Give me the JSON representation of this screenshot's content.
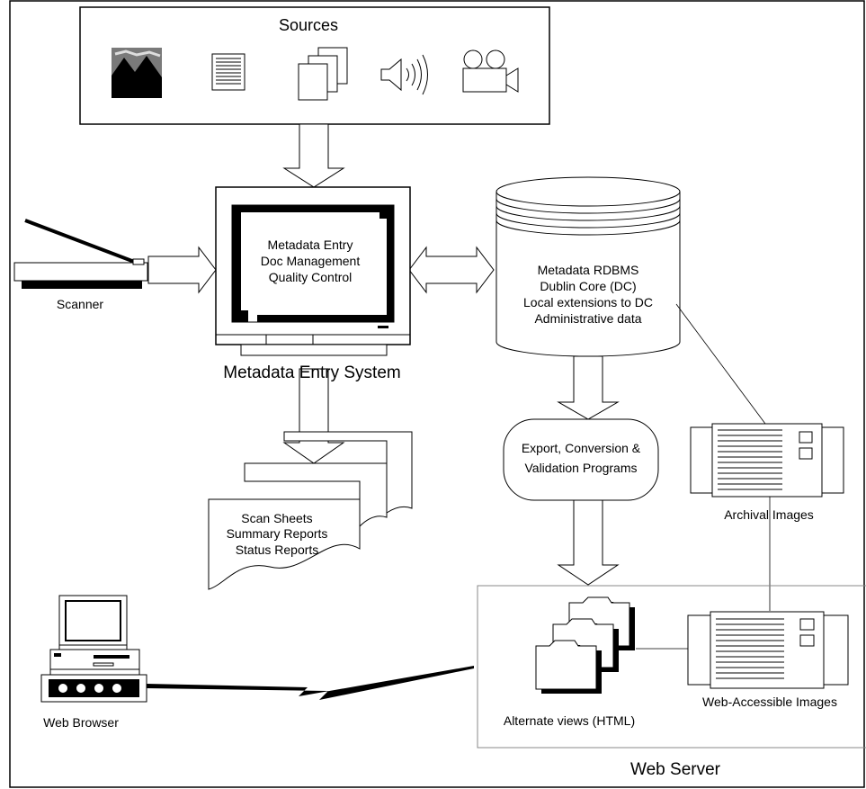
{
  "sources": {
    "title": "Sources",
    "icons": [
      "image-icon",
      "text-document-icon",
      "documents-icon",
      "audio-icon",
      "video-camera-icon"
    ]
  },
  "scanner": {
    "label": "Scanner"
  },
  "metadata_entry": {
    "title": "Metadata Entry System",
    "screen_lines": [
      "Metadata Entry",
      "Doc Management",
      "Quality Control"
    ]
  },
  "rdbms": {
    "lines": [
      "Metadata RDBMS",
      "Dublin Core (DC)",
      "Local extensions to DC",
      "Administrative data"
    ]
  },
  "reports": {
    "lines": [
      "Scan Sheets",
      "Summary Reports",
      "Status Reports"
    ]
  },
  "programs": {
    "lines": [
      "Export, Conversion &",
      "Validation Programs"
    ]
  },
  "archival_images": {
    "label": "Archival Images"
  },
  "web_images": {
    "label": "Web-Accessible Images"
  },
  "alternate_views": {
    "label": "Alternate views (HTML)"
  },
  "web_server": {
    "label": "Web Server"
  },
  "web_browser": {
    "label": "Web Browser"
  }
}
